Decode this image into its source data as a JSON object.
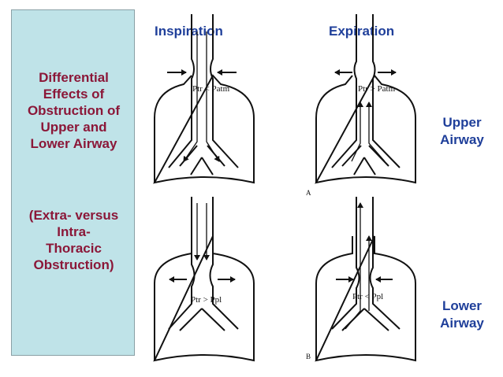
{
  "sidebar": {
    "title": "Differential\nEffects of\nObstruction of\nUpper and\nLower Airway",
    "subtitle": "(Extra- versus\nIntra-\nThoracic\nObstruction)"
  },
  "columns": {
    "inspiration": "Inspiration",
    "expiration": "Expiration"
  },
  "rows": {
    "upper": "Upper\nAirway",
    "lower": "Lower\nAirway"
  },
  "panels": {
    "upper_inspiration": {
      "pressure_label": "Ptr < Patm"
    },
    "upper_expiration": {
      "pressure_label": "Ptr > Patm",
      "panel_letter": "A"
    },
    "lower_inspiration": {
      "pressure_label": "Ptr > Ppl"
    },
    "lower_expiration": {
      "pressure_label": "Ptr < Ppl",
      "panel_letter": "B"
    }
  },
  "colors": {
    "sidebar_bg": "#bfe3e8",
    "sidebar_text": "#8b1738",
    "heading_text": "#1f3f9a",
    "line": "#111111"
  }
}
